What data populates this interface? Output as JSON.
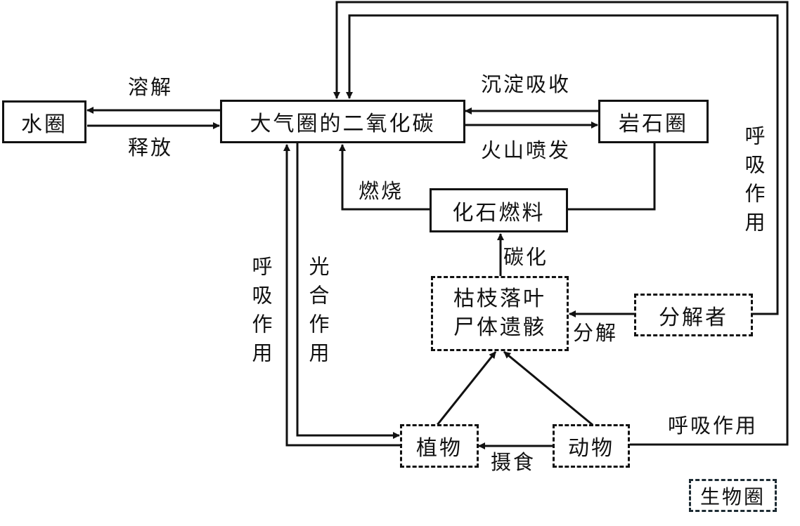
{
  "nodes": {
    "hydrosphere": "水圈",
    "atmosphere_co2": "大气圈的二氧化碳",
    "lithosphere": "岩石圈",
    "fossil_fuel": "化石燃料",
    "litter_line1": "枯枝落叶",
    "litter_line2": "尸体遗骸",
    "decomposer": "分解者",
    "plant": "植物",
    "animal": "动物",
    "biosphere": "生物圈"
  },
  "edge_labels": {
    "dissolve": "溶解",
    "release": "释放",
    "sedimentation": "沉淀吸收",
    "volcano": "火山喷发",
    "combustion": "燃烧",
    "carbonization": "碳化",
    "decompose": "分解",
    "plant_respiration": "呼吸作用",
    "photosynthesis": "光合作用",
    "decomposer_respiration": "呼吸作用",
    "animal_respiration": "呼吸作用",
    "ingestion": "摄食"
  },
  "legend": {
    "solid_box_meaning": "",
    "dashed_box_meaning": "生物圈"
  }
}
